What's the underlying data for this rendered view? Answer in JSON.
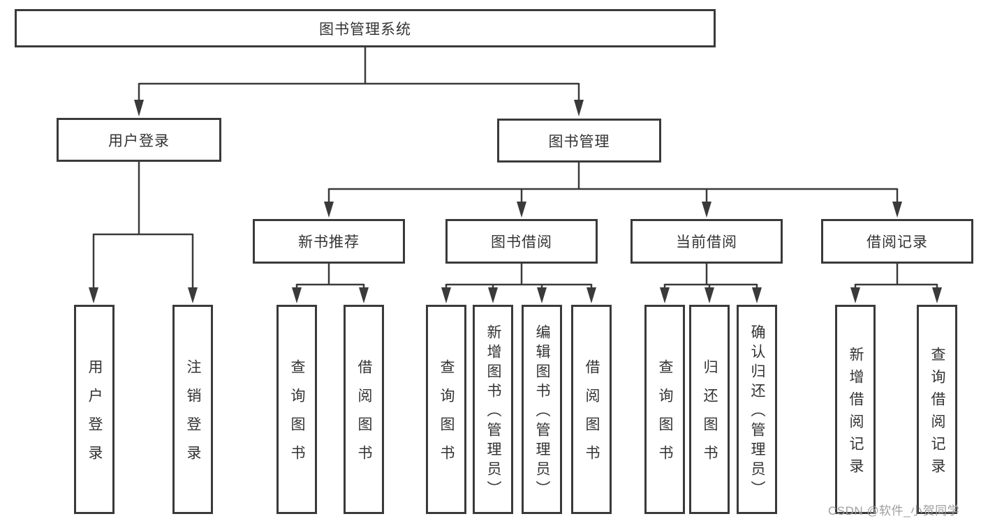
{
  "diagram": {
    "root": {
      "label": "图书管理系统"
    },
    "branches": [
      {
        "label": "用户登录",
        "children": [
          {
            "label": "用户登录"
          },
          {
            "label": "注销登录"
          }
        ]
      },
      {
        "label": "图书管理",
        "children": [
          {
            "label": "新书推荐",
            "children": [
              {
                "label": "查询图书"
              },
              {
                "label": "借阅图书"
              }
            ]
          },
          {
            "label": "图书借阅",
            "children": [
              {
                "label": "查询图书"
              },
              {
                "label": "新增图书（管理员）"
              },
              {
                "label": "编辑图书（管理员）"
              },
              {
                "label": "借阅图书"
              }
            ]
          },
          {
            "label": "当前借阅",
            "children": [
              {
                "label": "查询图书"
              },
              {
                "label": "归还图书"
              },
              {
                "label": "确认归还（管理员）"
              }
            ]
          },
          {
            "label": "借阅记录",
            "children": [
              {
                "label": "新增借阅记录"
              },
              {
                "label": "查询借阅记录"
              }
            ]
          }
        ]
      }
    ],
    "watermark": "CSDN @软件_小贺同学",
    "colors": {
      "line": "#3a3a3a",
      "box_border": "#3a3a3a",
      "box_fill": "#ffffff",
      "text": "#333333",
      "watermark": "#9e9e9e"
    }
  }
}
